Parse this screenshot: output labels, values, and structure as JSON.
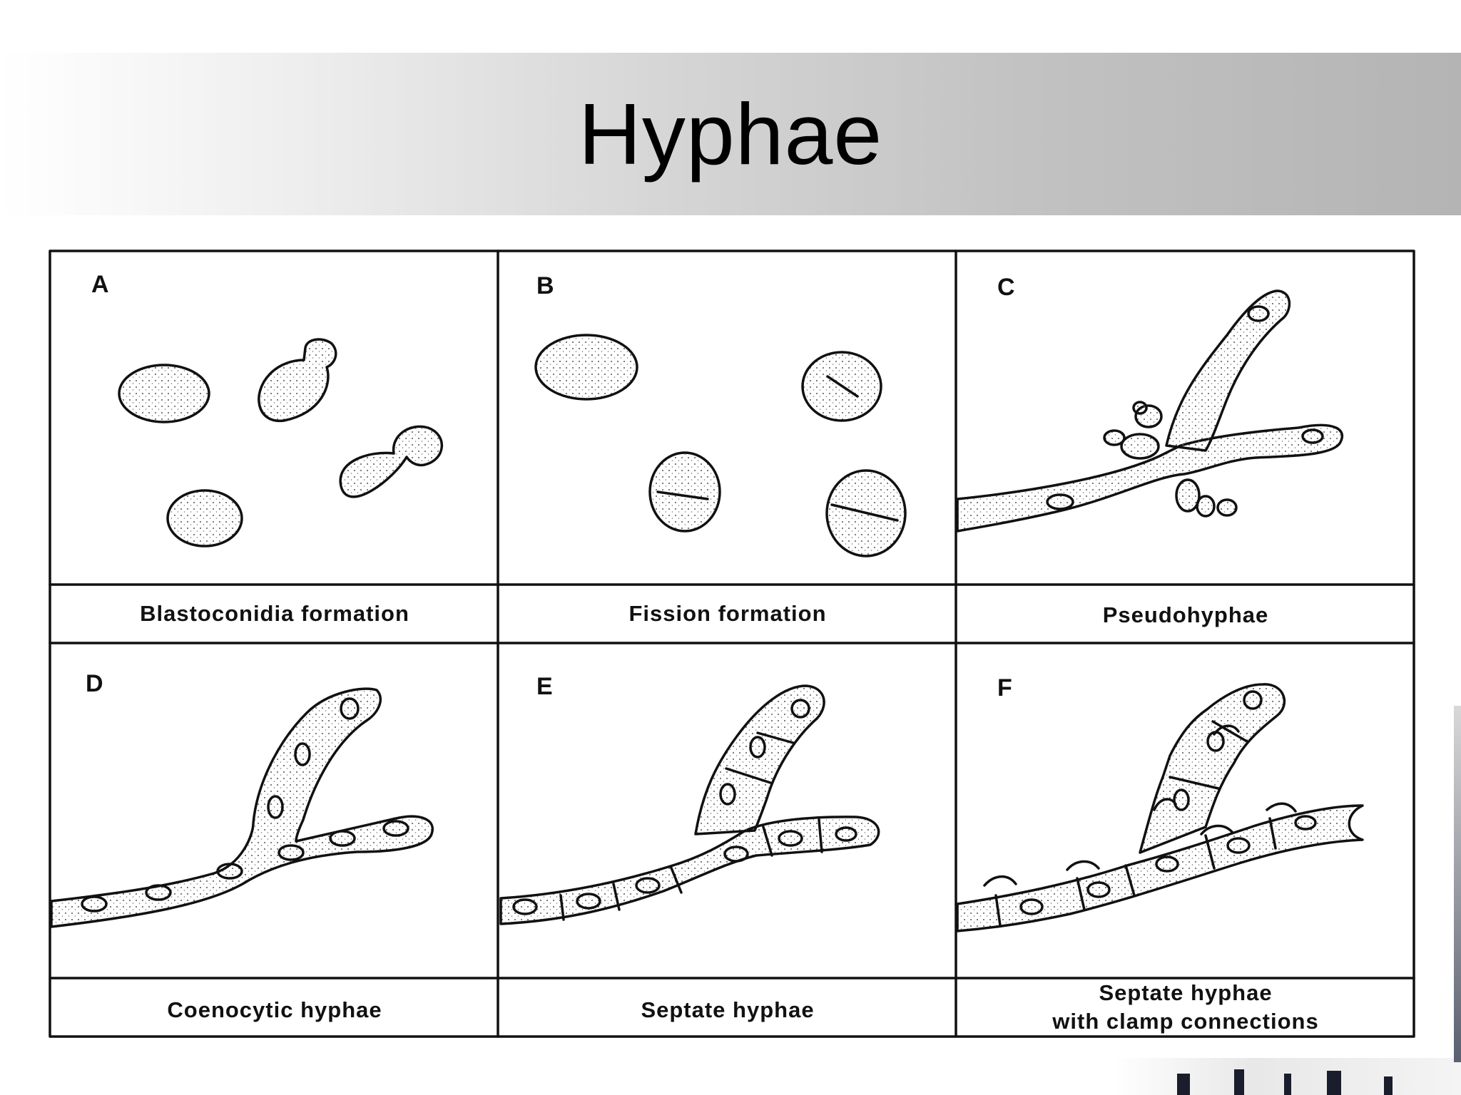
{
  "slide": {
    "title": "Hyphae"
  },
  "panels": [
    {
      "letter": "A",
      "caption": "Blastoconidia formation"
    },
    {
      "letter": "B",
      "caption": "Fission formation"
    },
    {
      "letter": "C",
      "caption": "Pseudohyphae"
    },
    {
      "letter": "D",
      "caption": "Coenocytic hyphae"
    },
    {
      "letter": "E",
      "caption": "Septate hyphae"
    },
    {
      "letter": "F",
      "caption_line1": "Septate hyphae",
      "caption_line2": "with clamp connections"
    }
  ]
}
